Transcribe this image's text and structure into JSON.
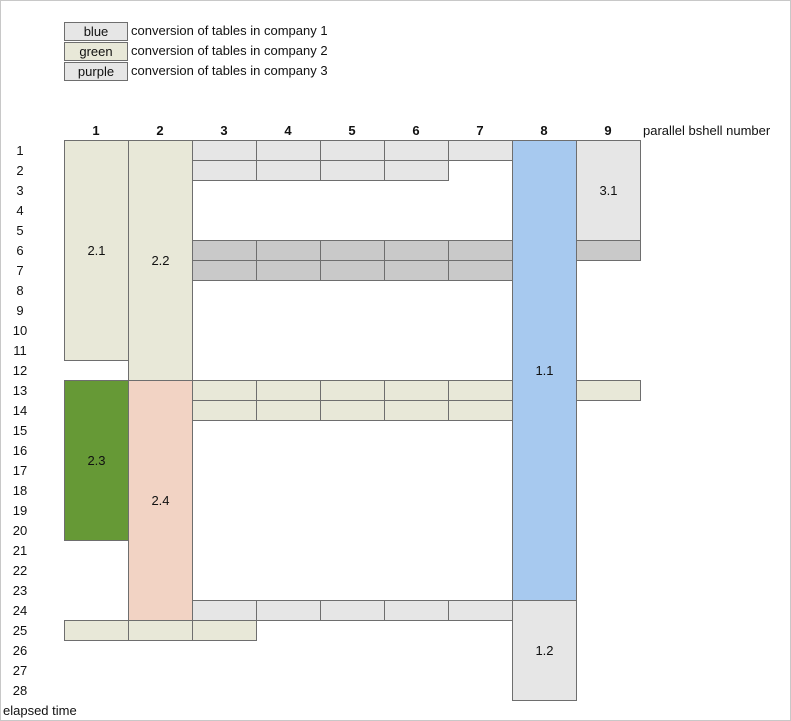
{
  "legend": [
    {
      "key": "blue",
      "text": "conversion of tables in company 1",
      "color": "#e6e6e6"
    },
    {
      "key": "green",
      "text": "conversion of tables in company 2",
      "color": "#e8e8d8"
    },
    {
      "key": "purple",
      "text": "conversion of tables in company 3",
      "color": "#e6e6e6"
    }
  ],
  "columns": [
    "1",
    "2",
    "3",
    "4",
    "5",
    "6",
    "7",
    "8",
    "9"
  ],
  "x_axis_label": "parallel bshell number",
  "rows": [
    "1",
    "2",
    "3",
    "4",
    "5",
    "6",
    "7",
    "8",
    "9",
    "10",
    "11",
    "12",
    "13",
    "14",
    "15",
    "16",
    "17",
    "18",
    "19",
    "20",
    "21",
    "22",
    "23",
    "24",
    "25",
    "26",
    "27",
    "28"
  ],
  "y_axis_label": "elapsed time",
  "colors": {
    "light_gray": "#e6e6e6",
    "mid_gray": "#c9c9c9",
    "beige": "#e8e8d8",
    "blue": "#a7c9ef",
    "dark_green": "#669936",
    "salmon": "#f2d3c4"
  },
  "blocks": [
    {
      "label": "2.1",
      "col": 1,
      "span": 1,
      "row": 1,
      "rows": 11,
      "color": "beige"
    },
    {
      "label": "2.2",
      "col": 2,
      "span": 1,
      "row": 1,
      "rows": 12,
      "color": "beige"
    },
    {
      "label": "",
      "col": 3,
      "span": 1,
      "row": 1,
      "rows": 1,
      "color": "light_gray"
    },
    {
      "label": "",
      "col": 4,
      "span": 1,
      "row": 1,
      "rows": 1,
      "color": "light_gray"
    },
    {
      "label": "",
      "col": 5,
      "span": 1,
      "row": 1,
      "rows": 1,
      "color": "light_gray"
    },
    {
      "label": "",
      "col": 6,
      "span": 1,
      "row": 1,
      "rows": 1,
      "color": "light_gray"
    },
    {
      "label": "",
      "col": 7,
      "span": 1,
      "row": 1,
      "rows": 1,
      "color": "light_gray"
    },
    {
      "label": "",
      "col": 3,
      "span": 1,
      "row": 2,
      "rows": 1,
      "color": "light_gray"
    },
    {
      "label": "",
      "col": 4,
      "span": 1,
      "row": 2,
      "rows": 1,
      "color": "light_gray"
    },
    {
      "label": "",
      "col": 5,
      "span": 1,
      "row": 2,
      "rows": 1,
      "color": "light_gray"
    },
    {
      "label": "",
      "col": 6,
      "span": 1,
      "row": 2,
      "rows": 1,
      "color": "light_gray"
    },
    {
      "label": "1.1",
      "col": 8,
      "span": 1,
      "row": 1,
      "rows": 23,
      "color": "blue"
    },
    {
      "label": "3.1",
      "col": 9,
      "span": 1,
      "row": 1,
      "rows": 5,
      "color": "light_gray"
    },
    {
      "label": "",
      "col": 3,
      "span": 1,
      "row": 6,
      "rows": 1,
      "color": "mid_gray"
    },
    {
      "label": "",
      "col": 4,
      "span": 1,
      "row": 6,
      "rows": 1,
      "color": "mid_gray"
    },
    {
      "label": "",
      "col": 5,
      "span": 1,
      "row": 6,
      "rows": 1,
      "color": "mid_gray"
    },
    {
      "label": "",
      "col": 6,
      "span": 1,
      "row": 6,
      "rows": 1,
      "color": "mid_gray"
    },
    {
      "label": "",
      "col": 7,
      "span": 1,
      "row": 6,
      "rows": 1,
      "color": "mid_gray"
    },
    {
      "label": "",
      "col": 9,
      "span": 1,
      "row": 6,
      "rows": 1,
      "color": "mid_gray"
    },
    {
      "label": "",
      "col": 3,
      "span": 1,
      "row": 7,
      "rows": 1,
      "color": "mid_gray"
    },
    {
      "label": "",
      "col": 4,
      "span": 1,
      "row": 7,
      "rows": 1,
      "color": "mid_gray"
    },
    {
      "label": "",
      "col": 5,
      "span": 1,
      "row": 7,
      "rows": 1,
      "color": "mid_gray"
    },
    {
      "label": "",
      "col": 6,
      "span": 1,
      "row": 7,
      "rows": 1,
      "color": "mid_gray"
    },
    {
      "label": "",
      "col": 7,
      "span": 1,
      "row": 7,
      "rows": 1,
      "color": "mid_gray"
    },
    {
      "label": "2.3",
      "col": 1,
      "span": 1,
      "row": 13,
      "rows": 8,
      "color": "dark_green"
    },
    {
      "label": "2.4",
      "col": 2,
      "span": 1,
      "row": 13,
      "rows": 12,
      "color": "salmon"
    },
    {
      "label": "",
      "col": 3,
      "span": 1,
      "row": 13,
      "rows": 1,
      "color": "beige"
    },
    {
      "label": "",
      "col": 4,
      "span": 1,
      "row": 13,
      "rows": 1,
      "color": "beige"
    },
    {
      "label": "",
      "col": 5,
      "span": 1,
      "row": 13,
      "rows": 1,
      "color": "beige"
    },
    {
      "label": "",
      "col": 6,
      "span": 1,
      "row": 13,
      "rows": 1,
      "color": "beige"
    },
    {
      "label": "",
      "col": 7,
      "span": 1,
      "row": 13,
      "rows": 1,
      "color": "beige"
    },
    {
      "label": "",
      "col": 9,
      "span": 1,
      "row": 13,
      "rows": 1,
      "color": "beige"
    },
    {
      "label": "",
      "col": 3,
      "span": 1,
      "row": 14,
      "rows": 1,
      "color": "beige"
    },
    {
      "label": "",
      "col": 4,
      "span": 1,
      "row": 14,
      "rows": 1,
      "color": "beige"
    },
    {
      "label": "",
      "col": 5,
      "span": 1,
      "row": 14,
      "rows": 1,
      "color": "beige"
    },
    {
      "label": "",
      "col": 6,
      "span": 1,
      "row": 14,
      "rows": 1,
      "color": "beige"
    },
    {
      "label": "",
      "col": 7,
      "span": 1,
      "row": 14,
      "rows": 1,
      "color": "beige"
    },
    {
      "label": "",
      "col": 3,
      "span": 1,
      "row": 24,
      "rows": 1,
      "color": "light_gray"
    },
    {
      "label": "",
      "col": 4,
      "span": 1,
      "row": 24,
      "rows": 1,
      "color": "light_gray"
    },
    {
      "label": "",
      "col": 5,
      "span": 1,
      "row": 24,
      "rows": 1,
      "color": "light_gray"
    },
    {
      "label": "",
      "col": 6,
      "span": 1,
      "row": 24,
      "rows": 1,
      "color": "light_gray"
    },
    {
      "label": "",
      "col": 7,
      "span": 1,
      "row": 24,
      "rows": 1,
      "color": "light_gray"
    },
    {
      "label": "1.2",
      "col": 8,
      "span": 1,
      "row": 24,
      "rows": 5,
      "color": "light_gray"
    },
    {
      "label": "",
      "col": 1,
      "span": 1,
      "row": 25,
      "rows": 1,
      "color": "beige"
    },
    {
      "label": "",
      "col": 2,
      "span": 1,
      "row": 25,
      "rows": 1,
      "color": "beige"
    },
    {
      "label": "",
      "col": 3,
      "span": 1,
      "row": 25,
      "rows": 1,
      "color": "beige"
    }
  ]
}
